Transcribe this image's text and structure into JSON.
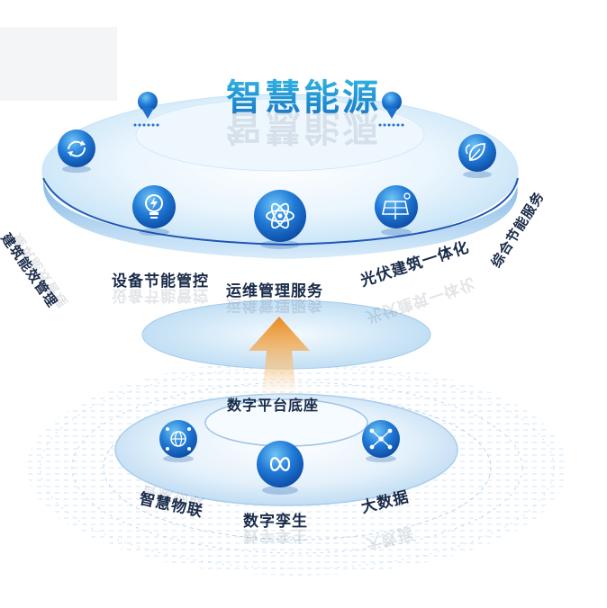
{
  "diagram": {
    "title": "智慧能源",
    "top_layer": {
      "items": [
        {
          "label": "建筑能效管理",
          "icon": "recycle-icon"
        },
        {
          "label": "设备节能管控",
          "icon": "lightbulb-icon"
        },
        {
          "label": "运维管理服务",
          "icon": "atom-icon"
        },
        {
          "label": "光伏建筑一体化",
          "icon": "solar-panel-icon"
        },
        {
          "label": "综合节能服务",
          "icon": "leaf-icon"
        }
      ]
    },
    "base_layer": {
      "title": "数字平台底座",
      "items": [
        {
          "label": "智慧物联",
          "icon": "iot-globe-icon"
        },
        {
          "label": "数字孪生",
          "icon": "infinity-icon"
        },
        {
          "label": "大数据",
          "icon": "network-icon"
        }
      ]
    },
    "colors": {
      "accent_blue": "#1e6fd0",
      "title_gradient_top": "#35c3e8",
      "title_gradient_bottom": "#1571c4",
      "arrow_orange": "#f0a040",
      "disc_light": "#e6f3fc",
      "text_dark": "#1a2b4a"
    }
  }
}
